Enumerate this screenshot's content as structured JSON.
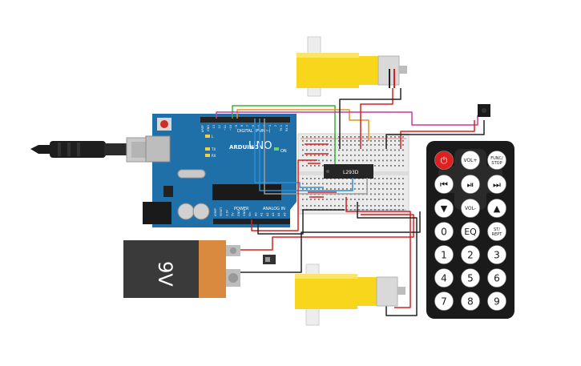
{
  "arduino": {
    "brand_label": "ARDUINO",
    "model_label": "UNO",
    "digital_label": "DIGITAL (PWM~)",
    "power_label": "POWER",
    "analog_label": "ANALOG IN",
    "on_label": "ON",
    "tx_label": "TX",
    "rx_label": "RX",
    "l_label": "L",
    "digital_pins": [
      "AREF",
      "GND",
      "13",
      "12",
      "~11",
      "~10",
      "~9",
      "8",
      "7",
      "~6",
      "~5",
      "4",
      "~3",
      "2",
      "TX 1",
      "RX 0"
    ],
    "power_pins": [
      "IOREF",
      "RESET",
      "3.3V",
      "5V",
      "GND",
      "GND",
      "Vin"
    ],
    "analog_pins": [
      "A0",
      "A1",
      "A2",
      "A3",
      "A4",
      "A5"
    ]
  },
  "motor_driver": {
    "chip_label": "L293D"
  },
  "battery": {
    "label": "9V"
  },
  "remote": {
    "buttons": [
      {
        "id": "power",
        "label": "⏻"
      },
      {
        "id": "vol_up",
        "label": "VOL+"
      },
      {
        "id": "func_stop",
        "label": "FUNC/ STOP"
      },
      {
        "id": "prev",
        "label": "⏮"
      },
      {
        "id": "play",
        "label": "⏯"
      },
      {
        "id": "next",
        "label": "⏭"
      },
      {
        "id": "down",
        "label": "▼"
      },
      {
        "id": "vol_down",
        "label": "VOL-"
      },
      {
        "id": "up",
        "label": "▲"
      },
      {
        "id": "zero",
        "label": "0"
      },
      {
        "id": "eq",
        "label": "EQ"
      },
      {
        "id": "st_rept",
        "label": "ST/ REPT"
      },
      {
        "id": "one",
        "label": "1"
      },
      {
        "id": "two",
        "label": "2"
      },
      {
        "id": "three",
        "label": "3"
      },
      {
        "id": "four",
        "label": "4"
      },
      {
        "id": "five",
        "label": "5"
      },
      {
        "id": "six",
        "label": "6"
      },
      {
        "id": "seven",
        "label": "7"
      },
      {
        "id": "eight",
        "label": "8"
      },
      {
        "id": "nine",
        "label": "9"
      }
    ]
  },
  "colors": {
    "arduino_board": "#1f6fa8",
    "breadboard": "#ebebeb",
    "motor_yellow": "#f7d61c",
    "battery_body": "#3a3a3a",
    "battery_cap": "#d98a3e",
    "remote_body": "#1a1a1a",
    "power_button": "#e02020",
    "wire_red": "#d62020",
    "wire_black": "#222222",
    "wire_green": "#38b038",
    "wire_orange": "#e8901a",
    "wire_magenta": "#c83c9c",
    "wire_blue": "#2d8fd8",
    "wire_gray": "#9a9a9a"
  }
}
